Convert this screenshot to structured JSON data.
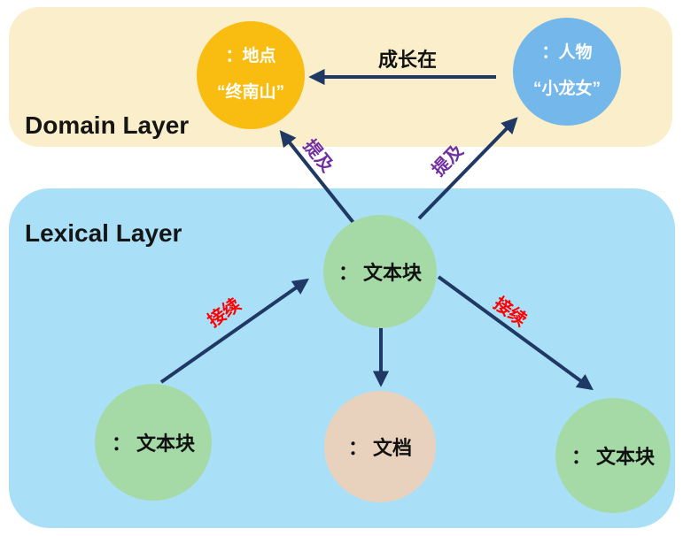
{
  "layers": {
    "domain": {
      "label": "Domain Layer",
      "bg": "#FAEECB"
    },
    "lexical": {
      "label": "Lexical Layer",
      "bg": "#A9E0F7"
    }
  },
  "nodes": {
    "place": {
      "type_label": "：地点",
      "value_label": "“终南山”",
      "color": "#F8BD10",
      "text_color": "#FFFFFF"
    },
    "person": {
      "type_label": "：人物",
      "value_label": "“小龙女”",
      "color": "#74B7EB",
      "text_color": "#FFFFFF"
    },
    "chunk_center": {
      "label": "： 文本块",
      "color": "#A5DAA7",
      "text_color": "#111111"
    },
    "chunk_left": {
      "label": "： 文本块",
      "color": "#A5DAA7",
      "text_color": "#111111"
    },
    "doc": {
      "label": "： 文档",
      "color": "#E9D2BD",
      "text_color": "#111111"
    },
    "chunk_right": {
      "label": "： 文本块",
      "color": "#A5DAA7",
      "text_color": "#111111"
    }
  },
  "edges": {
    "grow": {
      "label": "成长在",
      "from": "person",
      "to": "place"
    },
    "mention_left": {
      "label": "提及",
      "from": "chunk_center",
      "to": "place"
    },
    "mention_right": {
      "label": "提及",
      "from": "chunk_center",
      "to": "person"
    },
    "follow_left": {
      "label": "接续",
      "from": "chunk_left",
      "to": "chunk_center"
    },
    "doc_link": {
      "label": "",
      "from": "chunk_center",
      "to": "doc"
    },
    "follow_right": {
      "label": "接续",
      "from": "chunk_center",
      "to": "chunk_right"
    }
  },
  "colors": {
    "arrow": "#1F3864",
    "grow_label": "#111111",
    "mention_label": "#7030A0",
    "follow_label": "#FF0000"
  }
}
